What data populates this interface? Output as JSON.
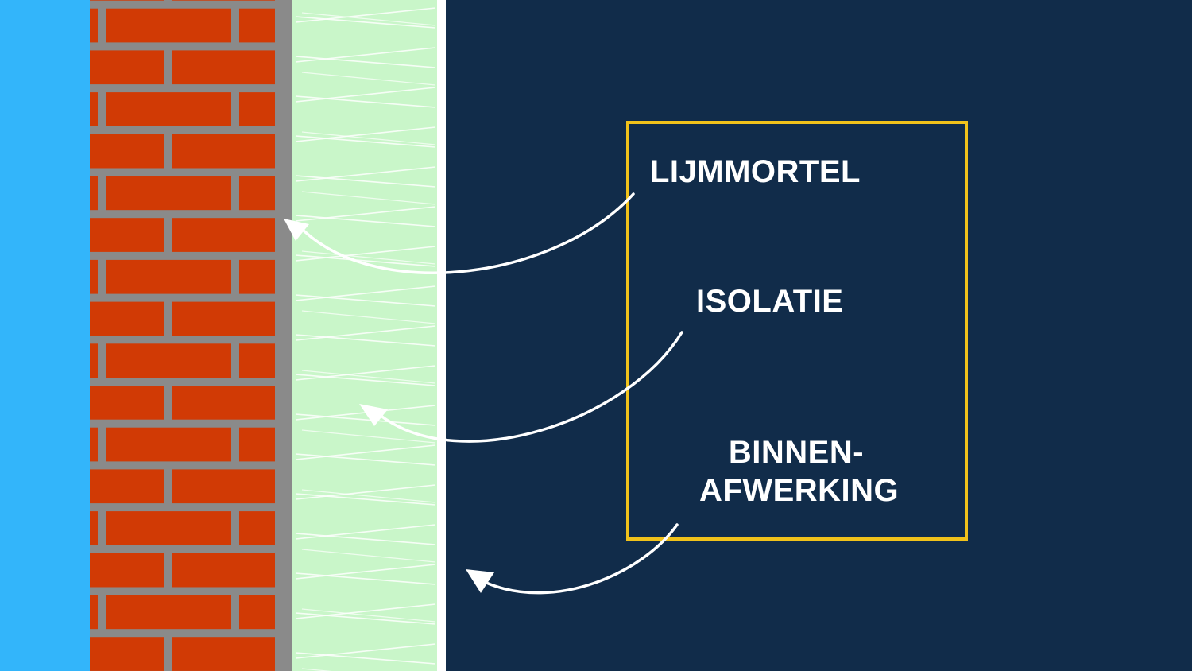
{
  "colors": {
    "outside": "#33b5fa",
    "brick": "#d13a05",
    "mortar": "#8a8a8a",
    "adhesive": "#8a8a8a",
    "insulation": "#c9f6c9",
    "insulation_lines": "#ffffff",
    "interior": "#112c4a",
    "frame": "#f1c21b",
    "arrow": "#ffffff",
    "text": "#ffffff"
  },
  "labels": {
    "lijmmortel": "LIJMMORTEL",
    "isolatie": "ISOLATIE",
    "binnenafwerking_line1": "BINNEN-",
    "binnenafwerking_line2": "AFWERKING"
  }
}
